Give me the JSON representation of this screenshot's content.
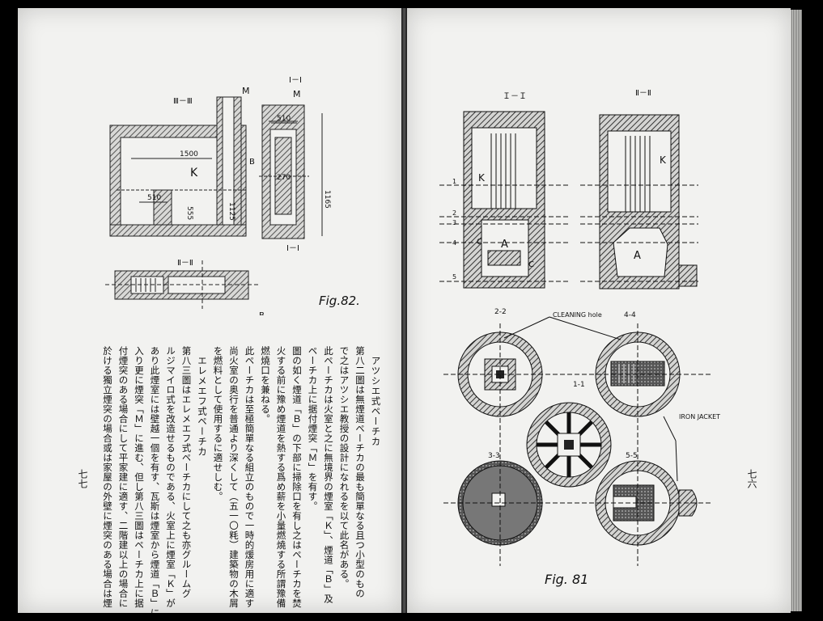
{
  "left_page": {
    "figure": {
      "caption": "Fig.82.",
      "section_labels": [
        "Ⅲ－Ⅲ",
        "Ⅰ－Ⅰ",
        "Ⅰ－Ⅰ",
        "Ⅱ－Ⅱ"
      ],
      "letter_labels": [
        "M",
        "M",
        "K",
        "B",
        "B"
      ],
      "dimensions": [
        "1500",
        "510",
        "510",
        "1125",
        "555",
        "270",
        "1165"
      ]
    },
    "text_columns": [
      {
        "kind": "heading",
        "text": "アツシエ式ペーチカ"
      },
      {
        "kind": "body",
        "text": "第八二圖は無煙道ペーチカの最も簡單なる且つ小型のもの"
      },
      {
        "kind": "body",
        "text": "で之はアツシエ教授の設計になれるを以て此名がある。"
      },
      {
        "kind": "body",
        "text": "此ペーチカは火室と之に無境界の煙室「Ｋ」、煙道「Ｂ」及"
      },
      {
        "kind": "body",
        "text": "ペーチカ上に据付煙突「Ｍ」を有す。"
      },
      {
        "kind": "body",
        "text": "圖の如く煙道「Ｂ」の下部に掃除口を有し之はペーチカを焚"
      },
      {
        "kind": "body",
        "text": "火する前に豫め煙道を熱する爲め薪を小量燃燒する所謂豫備"
      },
      {
        "kind": "body",
        "text": "燃燒口を兼ねる。"
      },
      {
        "kind": "body",
        "text": "此ペーチカは至極簡單なる組立のもので一時的煖房用に適す"
      },
      {
        "kind": "body",
        "text": "尚火室の奥行を普通より深くして（五一〇粍）建築物の木屑"
      },
      {
        "kind": "body",
        "text": "を燃料として使用するに適せしむ。"
      },
      {
        "kind": "heading",
        "text": "エレメエフ式ペーチカ"
      },
      {
        "kind": "body",
        "text": "第八三圖はエレメエフ式ペーチカにして之も亦グルームグ"
      },
      {
        "kind": "body",
        "text": "ルジマイロ式を改造せるものである、火室上に煙室「Ｋ」が"
      },
      {
        "kind": "body",
        "text": "あり此煙室には壁越一個を有す、瓦斯は煙室から煙道「Ｂ」に"
      },
      {
        "kind": "body",
        "text": "入り更に煙突「Ｍ」に進む、但し第八三圖はペーチカ上に据"
      },
      {
        "kind": "body",
        "text": "付煙突のある場合にして平家建に適す、二階建以上の場合に"
      },
      {
        "kind": "body",
        "text": "於ける獨立煙突の場合或は家屋の外壁に煙突のある場合は煙"
      }
    ],
    "page_number": "七七"
  },
  "right_page": {
    "figure": {
      "caption": "Fig. 81",
      "section_labels": [
        "Ｉ－Ｉ",
        "Ⅱ－Ⅱ"
      ],
      "letter_labels": [
        "K",
        "K",
        "A",
        "A",
        "C",
        "C"
      ],
      "level_numbers": [
        "1",
        "2",
        "3",
        "4",
        "5"
      ],
      "circle_labels": [
        "2-2",
        "4-4",
        "1-1",
        "3-3",
        "5-5"
      ],
      "callouts": [
        "CLEANING hole",
        "IRON JACKET"
      ]
    },
    "page_number": "七六"
  }
}
